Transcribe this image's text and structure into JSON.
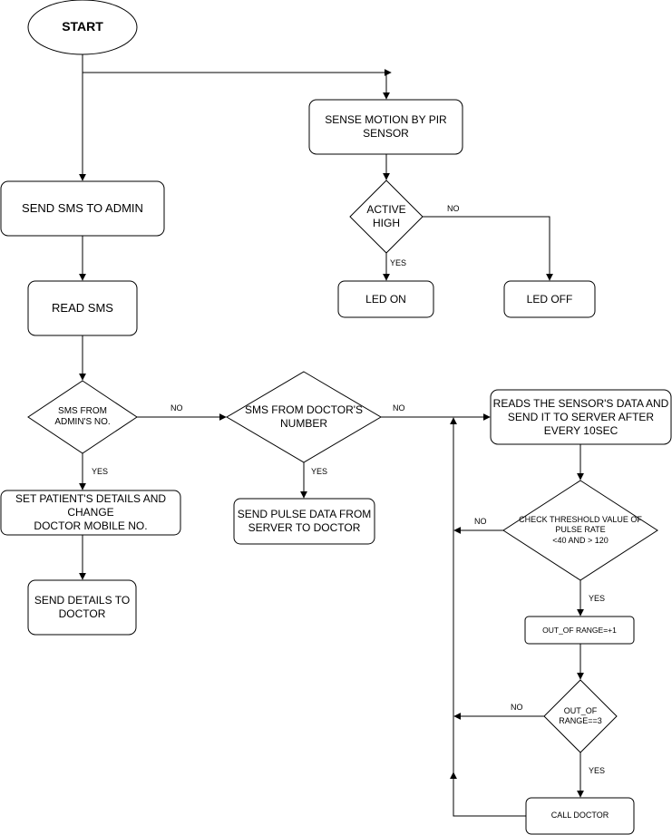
{
  "nodes": {
    "start": "START",
    "sense_motion": "SENSE MOTION BY PIR\nSENSOR",
    "active_high": "ACTIVE\nHIGH",
    "led_on": "LED ON",
    "led_off": "LED OFF",
    "send_sms_admin": "SEND SMS TO ADMIN",
    "read_sms": "READ SMS",
    "sms_from_admin": "SMS FROM\nADMIN'S NO.",
    "sms_from_doctor": "SMS FROM DOCTOR'S\nNUMBER",
    "reads_sensor": "READS THE SENSOR'S DATA  AND\nSEND IT TO SERVER AFTER\nEVERY 10SEC",
    "set_patient": "SET PATIENT'S DETAILS AND\nCHANGE\nDOCTOR MOBILE NO.",
    "send_pulse": "SEND PULSE DATA FROM\nSERVER TO DOCTOR",
    "send_details": "SEND DETAILS TO\nDOCTOR",
    "check_threshold": "CHECK THRESHOLD VALUE OF\nPULSE RATE\n<40 AND > 120",
    "out_of_range_inc": "OUT_OF RANGE=+1",
    "out_of_range_check": "OUT_OF\nRANGE==3",
    "call_doctor": "CALL DOCTOR"
  },
  "edges": {
    "active_no": "NO",
    "active_yes": "YES",
    "admin_no": "NO",
    "admin_yes": "YES",
    "doctor_no": "NO",
    "doctor_yes": "YES",
    "threshold_no": "NO",
    "threshold_yes": "YES",
    "range_no": "NO",
    "range_yes": "YES"
  }
}
